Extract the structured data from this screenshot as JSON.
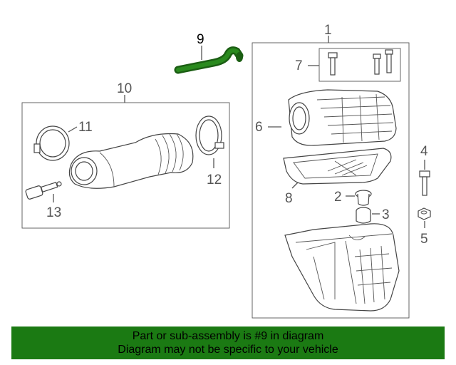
{
  "callouts": {
    "c1": "1",
    "c2": "2",
    "c3": "3",
    "c4": "4",
    "c5": "5",
    "c6": "6",
    "c7": "7",
    "c8": "8",
    "c9": "9",
    "c10": "10",
    "c11": "11",
    "c12": "12",
    "c13": "13"
  },
  "highlight_color": "#1b7a13",
  "banner": {
    "line1": "Part or sub-assembly is #9 in diagram",
    "line2": "Diagram may not be specific to your vehicle"
  }
}
